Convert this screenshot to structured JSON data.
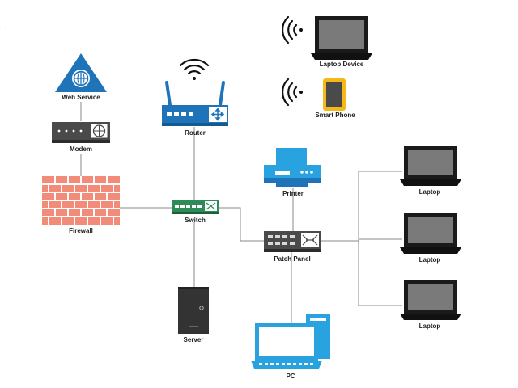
{
  "colors": {
    "accent_blue": "#1f74b9",
    "screen_blue": "#29a3e0",
    "brick": "#f28b7a",
    "switch_green": "#2e8b57",
    "device_gray": "#4a4a4a",
    "phone_orange": "#f5b81b",
    "wire": "#8a8a8a"
  },
  "nodes": {
    "web_service": {
      "label": "Web Service",
      "icon": "web-service-icon"
    },
    "modem": {
      "label": "Modem",
      "icon": "modem-icon"
    },
    "firewall": {
      "label": "Firewall",
      "icon": "firewall-icon"
    },
    "router": {
      "label": "Router",
      "icon": "router-icon"
    },
    "switch": {
      "label": "Switch",
      "icon": "switch-icon"
    },
    "server": {
      "label": "Server",
      "icon": "server-icon"
    },
    "laptop_device": {
      "label": "Laptop Device",
      "icon": "laptop-icon"
    },
    "smart_phone": {
      "label": "Smart Phone",
      "icon": "smartphone-icon"
    },
    "printer": {
      "label": "Printer",
      "icon": "printer-icon"
    },
    "patch_panel": {
      "label": "Patch Panel",
      "icon": "patch-panel-icon"
    },
    "pc": {
      "label": "PC",
      "icon": "pc-icon"
    },
    "laptop_1": {
      "label": "Laptop",
      "icon": "laptop-icon"
    },
    "laptop_2": {
      "label": "Laptop",
      "icon": "laptop-icon"
    },
    "laptop_3": {
      "label": "Laptop",
      "icon": "laptop-icon"
    }
  },
  "stray_mark": "."
}
